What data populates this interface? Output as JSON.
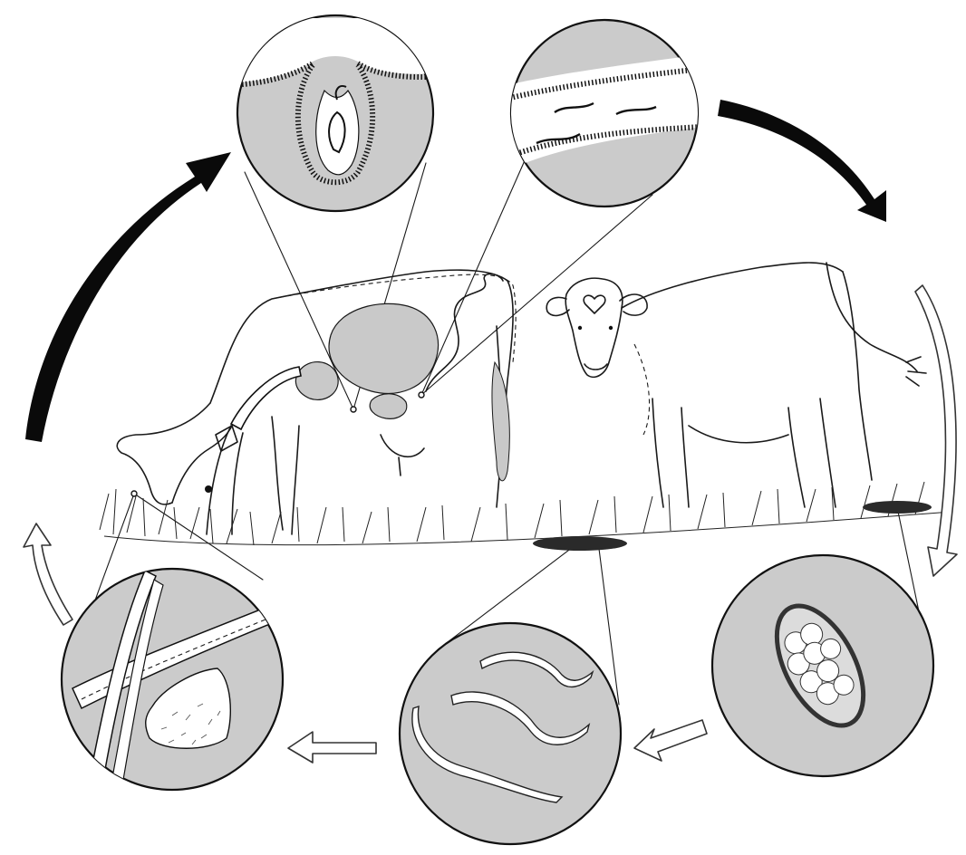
{
  "diagram": {
    "type": "parasite-life-cycle-illustration",
    "colors": {
      "ink": "#1a1a1a",
      "inset_fill": "#cbcbcb",
      "background": "#ffffff",
      "stage_arrow": "#0a0a0a"
    },
    "stages": [
      {
        "id": "abomasum-gland",
        "icon": "gastric-gland-larva-icon"
      },
      {
        "id": "intestine-adults",
        "icon": "intestinal-worms-icon"
      },
      {
        "id": "egg-in-feces",
        "icon": "egg-icon"
      },
      {
        "id": "free-living-larvae",
        "icon": "larvae-icon"
      },
      {
        "id": "larvae-on-grass",
        "icon": "grass-blade-larvae-icon"
      }
    ],
    "arrows": {
      "internal": [
        "black-arrow-left",
        "black-arrow-right"
      ],
      "external": [
        "hollow-arrow-down-right",
        "hollow-arrow-left-1",
        "hollow-arrow-left-2",
        "hollow-arrow-up-left"
      ]
    }
  }
}
